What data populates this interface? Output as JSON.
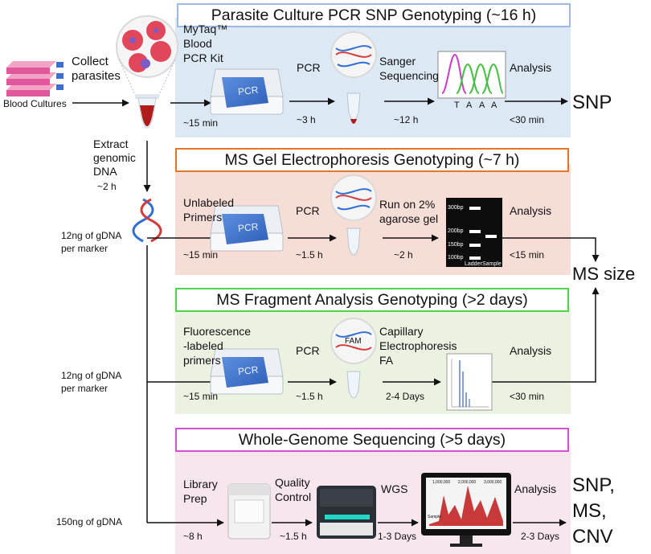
{
  "colors": {
    "snp_panel": "#dce9f4",
    "snp_border": "#9bbbe0",
    "gel_panel": "#f6ddd6",
    "gel_border": "#e8742a",
    "fa_panel": "#ebf2e1",
    "fa_border": "#4ed34a",
    "wgs_panel": "#f8e6ef",
    "wgs_border": "#d651d0",
    "tube_red": "#b01c1c",
    "arrow": "#111111"
  },
  "source": {
    "blood_cultures": "Blood Cultures",
    "collect": "Collect",
    "parasites": "parasites",
    "extract_1": "Extract",
    "extract_2": "genomic",
    "extract_3": "DNA",
    "extract_time": "~2 h"
  },
  "snp": {
    "title": "Parasite Culture PCR SNP Genotyping (~16 h)",
    "kit_1": "MyTaq™",
    "kit_2": "Blood",
    "kit_3": "PCR Kit",
    "machine_label": "PCR",
    "pcr": "PCR",
    "sanger_1": "Sanger",
    "sanger_2": "Sequencing",
    "analysis": "Analysis",
    "bases": [
      "T",
      "A",
      "A",
      "A"
    ],
    "t1": "~15 min",
    "t2": "~3 h",
    "t3": "~12 h",
    "t4": "<30 min",
    "result": "SNP"
  },
  "gel": {
    "title": "MS Gel Electrophoresis Genotyping (~7 h)",
    "input_1": "12ng of gDNA",
    "input_2": "per marker",
    "primers_1": "Unlabeled",
    "primers_2": "Primers",
    "machine_label": "PCR",
    "pcr": "PCR",
    "run_1": "Run on 2%",
    "run_2": "agarose gel",
    "analysis": "Analysis",
    "ladder": [
      "300bp",
      "200bp",
      "150bp",
      "100bp"
    ],
    "lane_ladder": "Ladder",
    "lane_sample": "Sample",
    "t1": "~15 min",
    "t2": "~1.5 h",
    "t3": "~2 h",
    "t4": "<15 min"
  },
  "ms_result": "MS size",
  "fa": {
    "title": "MS Fragment Analysis Genotyping (>2 days)",
    "input_1": "12ng of gDNA",
    "input_2": "per marker",
    "primers_1": "Fluorescence",
    "primers_2": "-labeled",
    "primers_3": "primers",
    "machine_label": "PCR",
    "fam": "FAM",
    "pcr": "PCR",
    "cap_1": "Capillary",
    "cap_2": "Electrophoresis",
    "cap_3": "FA",
    "analysis": "Analysis",
    "t1": "~15 min",
    "t2": "~1.5 h",
    "t3": "2-4 Days",
    "t4": "<30 min"
  },
  "wgs": {
    "title": "Whole-Genome Sequencing (>5 days)",
    "input": "150ng of gDNA",
    "lib_1": "Library",
    "lib_2": "Prep",
    "qc_1": "Quality",
    "qc_2": "Control",
    "wgs": "WGS",
    "analysis": "Analysis",
    "axis_1": "1,000,000",
    "axis_2": "2,000,000",
    "axis_3": "3,000,000",
    "track": "Sample",
    "t1": "~8 h",
    "t2": "~1.5 h",
    "t3": "1-3 Days",
    "t4": "2-3 Days",
    "result_1": "SNP,",
    "result_2": "MS,",
    "result_3": "CNV"
  }
}
